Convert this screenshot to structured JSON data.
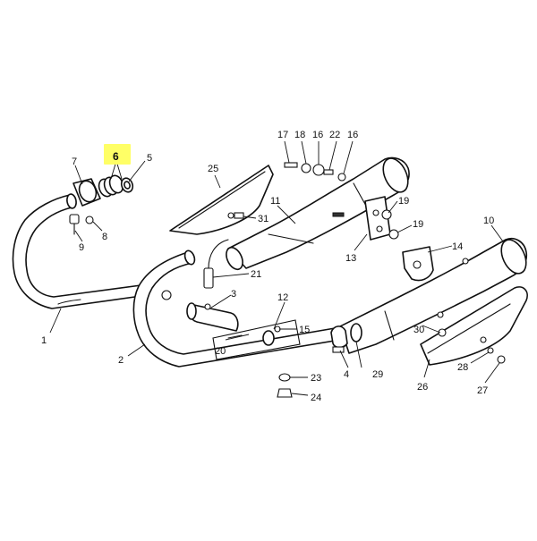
{
  "colors": {
    "line": "#111111",
    "background": "#ffffff",
    "highlight": "#ffff66"
  },
  "callouts": [
    {
      "id": "1",
      "label": "1"
    },
    {
      "id": "2",
      "label": "2"
    },
    {
      "id": "3",
      "label": "3"
    },
    {
      "id": "4",
      "label": "4"
    },
    {
      "id": "5",
      "label": "5"
    },
    {
      "id": "6",
      "label": "6",
      "highlighted": true
    },
    {
      "id": "7",
      "label": "7"
    },
    {
      "id": "8",
      "label": "8"
    },
    {
      "id": "9",
      "label": "9"
    },
    {
      "id": "10",
      "label": "10"
    },
    {
      "id": "11",
      "label": "11"
    },
    {
      "id": "12",
      "label": "12"
    },
    {
      "id": "13",
      "label": "13"
    },
    {
      "id": "14",
      "label": "14"
    },
    {
      "id": "15",
      "label": "15"
    },
    {
      "id": "16a",
      "label": "16"
    },
    {
      "id": "16b",
      "label": "16"
    },
    {
      "id": "17",
      "label": "17"
    },
    {
      "id": "18",
      "label": "18"
    },
    {
      "id": "19a",
      "label": "19"
    },
    {
      "id": "19b",
      "label": "19"
    },
    {
      "id": "20",
      "label": "20"
    },
    {
      "id": "21",
      "label": "21"
    },
    {
      "id": "22",
      "label": "22"
    },
    {
      "id": "23",
      "label": "23"
    },
    {
      "id": "24",
      "label": "24"
    },
    {
      "id": "25",
      "label": "25"
    },
    {
      "id": "26",
      "label": "26"
    },
    {
      "id": "27",
      "label": "27"
    },
    {
      "id": "28",
      "label": "28"
    },
    {
      "id": "29",
      "label": "29"
    },
    {
      "id": "30",
      "label": "30"
    },
    {
      "id": "31",
      "label": "31"
    }
  ]
}
